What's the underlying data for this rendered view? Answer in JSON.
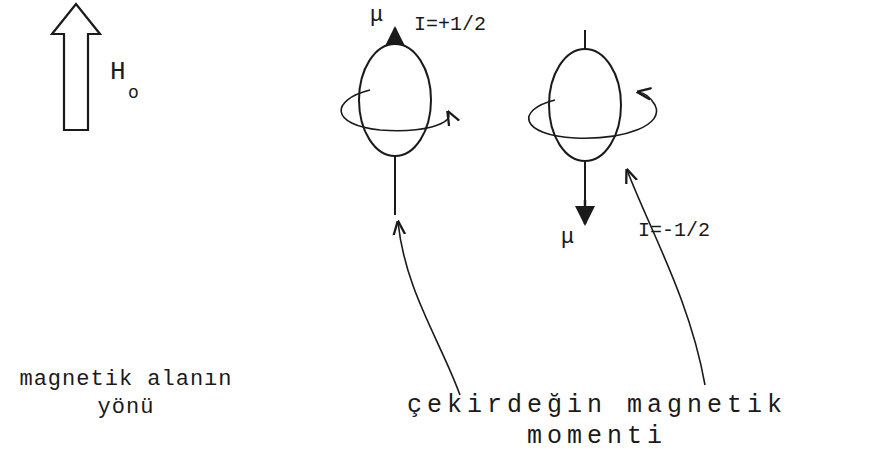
{
  "diagram": {
    "labels": [
      "H",
      "o",
      "magnetik alanın yönü",
      "μ",
      "I=+1/2",
      "μ",
      "I=-1/2",
      "çekirdeğin magnetik momenti"
    ]
  }
}
